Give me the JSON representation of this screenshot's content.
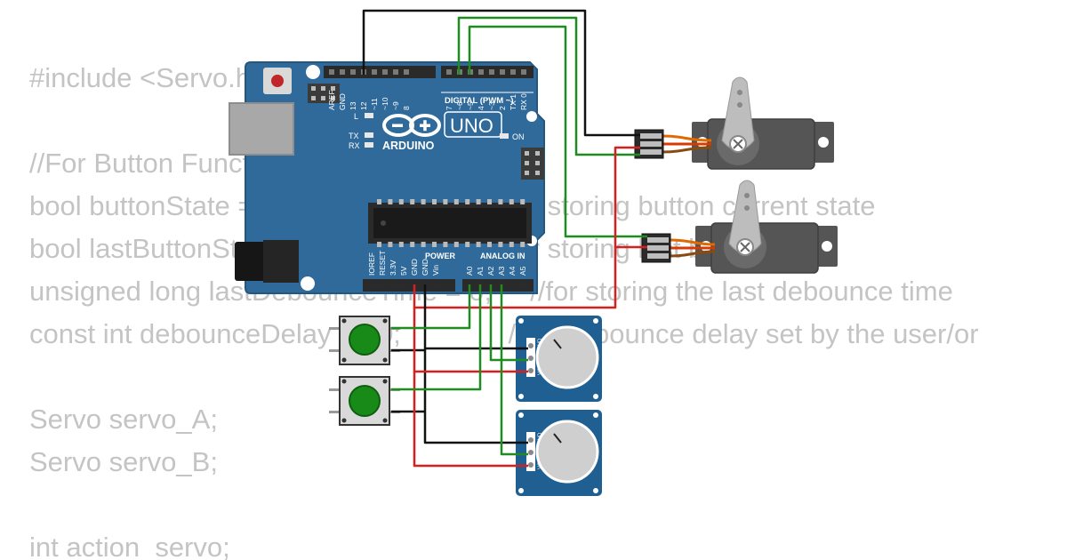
{
  "code": {
    "lines": [
      "#include <Servo.h>",
      "",
      "//For Button Function",
      "bool buttonState = LOW;                     //for storing button current state",
      "bool lastButtonState = LOW;               //for storing last button state",
      "unsigned long lastDebounceTime = 0;     //for storing the last debounce time",
      "const int debounceDelay = 50;              //for debounce delay set by the user/or",
      "",
      "Servo servo_A;",
      "Servo servo_B;",
      "",
      "int action_servo;"
    ]
  },
  "board": {
    "logo_text": "ARDUINO",
    "model": "UNO",
    "on_label": "ON",
    "l_label": "L",
    "tx_label": "TX",
    "rx_label": "RX",
    "digital_header": "DIGITAL (PWM ~)",
    "power_header": "POWER",
    "analog_header": "ANALOG IN",
    "digital_pins": [
      "AREF",
      "GND",
      "13",
      "12",
      "~11",
      "~10",
      "~9",
      "8",
      "7",
      "~6",
      "~5",
      "4",
      "~3",
      "2",
      "TX 1",
      "RX 0"
    ],
    "power_pins": [
      "IOREF",
      "RESET",
      "3.3V",
      "5V",
      "GND",
      "GND",
      "Vin"
    ],
    "analog_pins": [
      "A0",
      "A1",
      "A2",
      "A3",
      "A4",
      "A5"
    ]
  },
  "potentiometer": {
    "pins": [
      "GND",
      "SIG",
      "VCC"
    ]
  },
  "colors": {
    "board": "#2f6a9a",
    "board_edge": "#24577f",
    "wire_black": "#111111",
    "wire_green": "#1e8c1e",
    "wire_red": "#d81f1f",
    "button_green": "#178a17",
    "pot_board": "#1f5f92",
    "servo_body": "#555555",
    "servo_horn": "#bdbdbd",
    "code_text": "#c4c4c4"
  }
}
